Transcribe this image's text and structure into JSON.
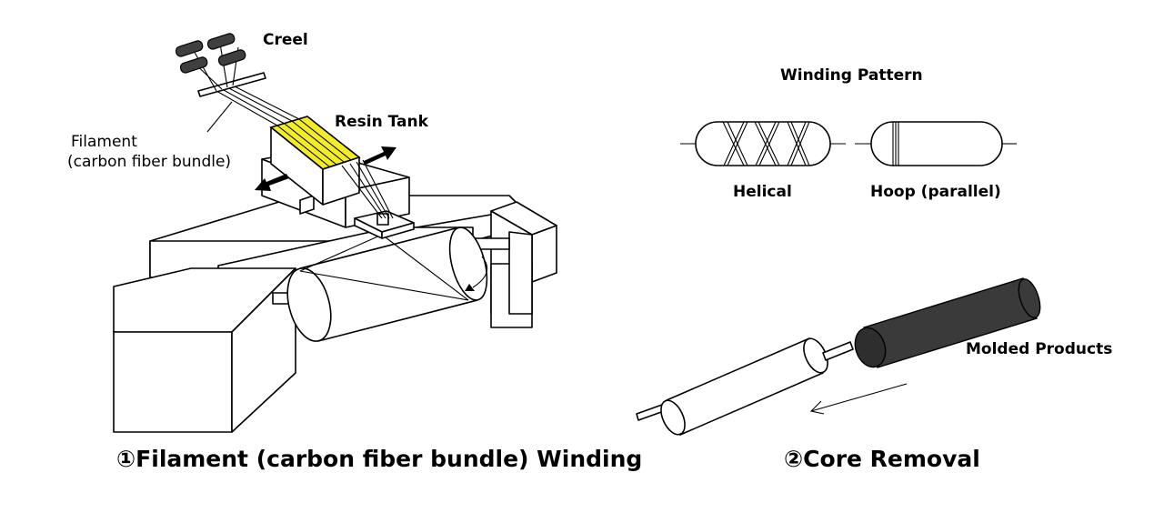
{
  "labels": {
    "creel": "Creel",
    "resin_tank": "Resin Tank",
    "filament_line1": "Filament",
    "filament_line2": "(carbon fiber bundle)",
    "winding_pattern": "Winding Pattern",
    "helical": "Helical",
    "hoop": "Hoop (parallel)",
    "molded_products": "Molded Products"
  },
  "captions": {
    "step1": "①Filament (carbon fiber bundle) Winding",
    "step2": "②Core Removal"
  },
  "colors": {
    "resin": "#f2ec2a",
    "bobbin": "#3f3f3f",
    "molded_product": "#3a3a3a",
    "outline": "#000000"
  },
  "icons": {
    "left_arrow": "arrow-left-icon",
    "right_arrow": "arrow-right-icon",
    "rotation": "rotation-arrow-icon",
    "removal_arrow": "arrow-left-icon"
  }
}
